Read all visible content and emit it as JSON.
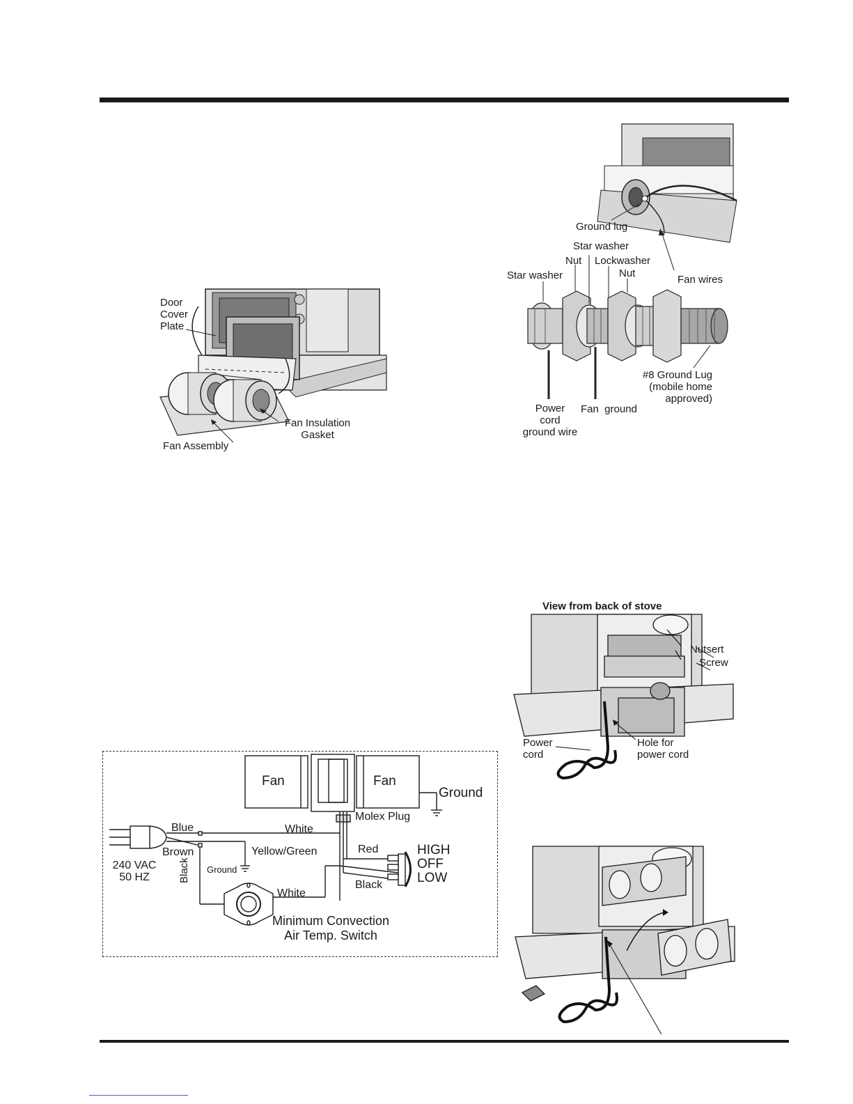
{
  "fan_assembly_figure": {
    "door_cover_plate": [
      "Door",
      "Cover",
      "Plate"
    ],
    "fan_insulation_gasket": [
      "Fan Insulation",
      "Gasket"
    ],
    "fan_assembly": "Fan Assembly"
  },
  "ground_lug_figure": {
    "ground_lug": "Ground lug",
    "star_washer_top": "Star washer",
    "nut_left": "Nut",
    "lockwasher": "Lockwasher",
    "nut_right": "Nut",
    "star_washer_left": "Star washer",
    "fan_wires": "Fan wires",
    "ground_lug_8": [
      "#8 Ground Lug",
      "(mobile home",
      "approved)"
    ],
    "power_cord_ground_wire": [
      "Power",
      "cord",
      "ground wire"
    ],
    "fan_ground": "Fan  ground"
  },
  "wiring_diagram": {
    "fan_left": "Fan",
    "fan_right": "Fan",
    "ground": "Ground",
    "molex_plug": "Molex Plug",
    "blue": "Blue",
    "white_top": "White",
    "brown": "Brown",
    "yellow_green": "Yellow/Green",
    "red": "Red",
    "voltage": [
      "240 VAC",
      "50 HZ"
    ],
    "ground_small": "Ground",
    "black_vertical": "Black",
    "black": "Black",
    "white_bottom": "White",
    "switch_positions": [
      "HIGH",
      "OFF",
      "LOW"
    ],
    "temp_switch": [
      "Minimum Convection",
      "Air Temp. Switch"
    ]
  },
  "back_view_figure": {
    "title": "View from back of stove",
    "nutsert": "Nutsert",
    "screw": "Screw",
    "power_cord": [
      "Power",
      "cord"
    ],
    "hole_for_power_cord": [
      "Hole for",
      "power cord"
    ]
  }
}
